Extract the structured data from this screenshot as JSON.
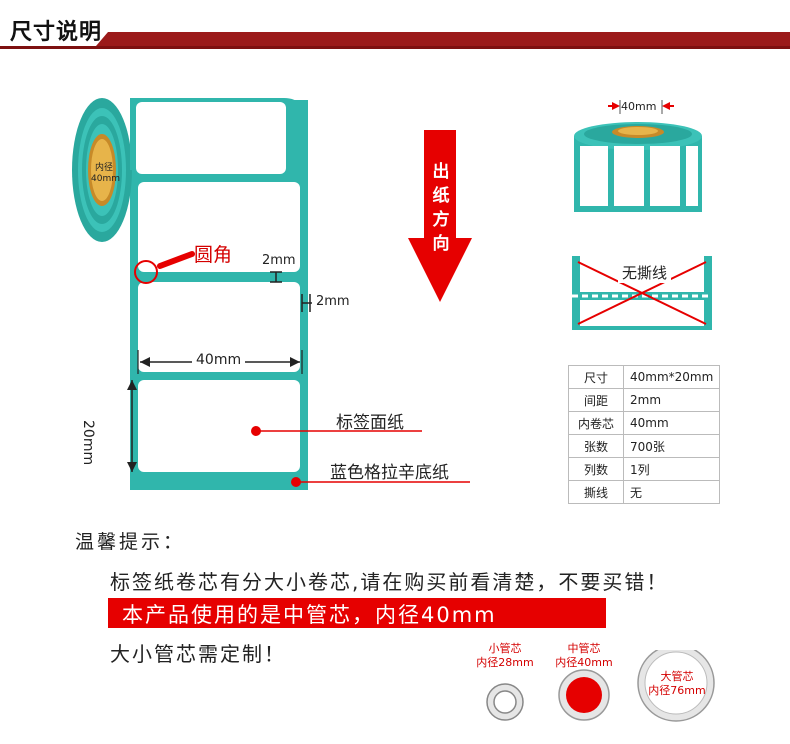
{
  "header": {
    "title": "尺寸说明"
  },
  "roll_diagram": {
    "core_label_line1": "内径",
    "core_label_line2": "40mm",
    "rounded_corner": "圆角",
    "gap_horizontal": "2mm",
    "gap_vertical": "2mm",
    "width": "40mm",
    "height": "20mm",
    "label_paper": "标签面纸",
    "backing_paper": "蓝色格拉辛底纸"
  },
  "direction": {
    "text": [
      "出",
      "纸",
      "方",
      "向"
    ]
  },
  "roll_top": {
    "width": "40mm"
  },
  "no_perforation": {
    "text": "无撕线"
  },
  "spec_table": [
    {
      "key": "尺寸",
      "value": "40mm*20mm"
    },
    {
      "key": "间距",
      "value": "2mm"
    },
    {
      "key": "内卷芯",
      "value": "40mm"
    },
    {
      "key": "张数",
      "value": "700张"
    },
    {
      "key": "列数",
      "value": "1列"
    },
    {
      "key": "撕线",
      "value": "无"
    }
  ],
  "tips": {
    "heading": "温馨提示：",
    "line1": "标签纸卷芯有分大小卷芯,请在购买前看清楚，不要买错！",
    "line2": "本产品使用的是中管芯，内径40mm",
    "line3": "大小管芯需定制！"
  },
  "cores": {
    "small_line1": "小管芯",
    "small_line2": "内径28mm",
    "medium_line1": "中管芯",
    "medium_line2": "内径40mm",
    "large_line1": "大管芯",
    "large_line2": "内径76mm"
  },
  "colors": {
    "header_red": "#9b1a1a",
    "teal": "#30b6ac",
    "accent_red": "#e60000",
    "core_gold": "#d9a033"
  }
}
